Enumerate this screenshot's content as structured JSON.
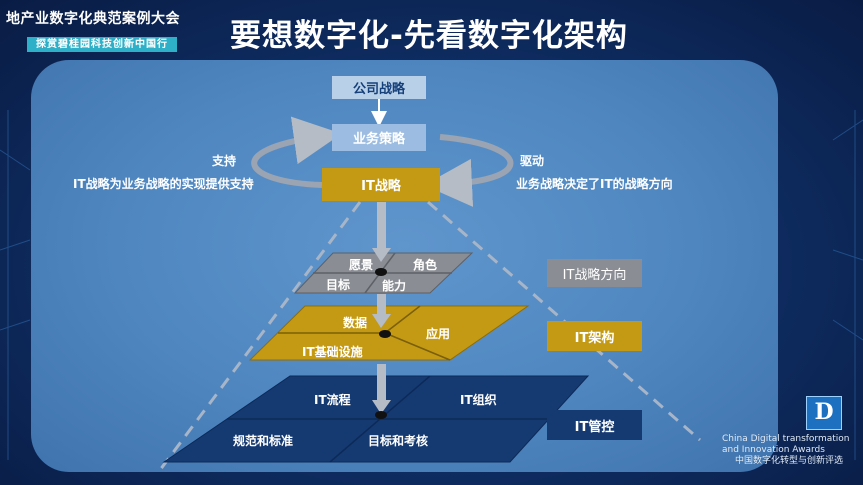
{
  "header": {
    "conference_title": "地产业数字化典范案例大会",
    "conference_subtitle": "探赏碧桂园科技创新中国行",
    "main_title": "要想数字化-先看数字化架构"
  },
  "diagram": {
    "company_strategy": "公司战略",
    "business_strategy": "业务策略",
    "it_strategy": "IT战略",
    "left_support_title": "支持",
    "left_support_text": "IT战略为业务战略的实现提供支持",
    "right_drive_title": "驱动",
    "right_drive_text": "业务战略决定了IT的战略方向",
    "layer_direction": {
      "side_label": "IT战略方向",
      "vision": "愿景",
      "role": "角色",
      "goal": "目标",
      "capability": "能力",
      "fill": "#8a8d93"
    },
    "layer_architecture": {
      "side_label": "IT架构",
      "data": "数据",
      "application": "应用",
      "infrastructure": "IT基础设施",
      "fill": "#c49a14"
    },
    "layer_governance": {
      "side_label": "IT管控",
      "process": "IT流程",
      "organization": "IT组织",
      "standards": "规范和标准",
      "targets": "目标和考核",
      "fill": "#153a72"
    }
  },
  "award": {
    "logo_letter": "D",
    "line1": "China Digital transformation",
    "line2": "and Innovation Awards",
    "line3": "中国数字化转型与创新评选"
  }
}
